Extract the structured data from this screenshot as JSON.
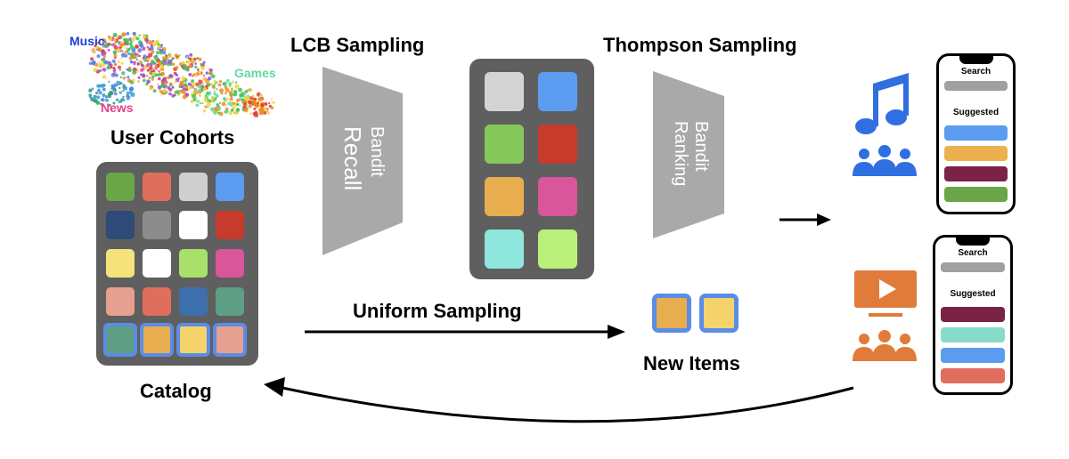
{
  "cohort_labels": {
    "music": "Music",
    "games": "Games",
    "news": "News"
  },
  "cohort_colors": {
    "music": "#1f3fd6",
    "games": "#66d9a0",
    "news": "#e8428c"
  },
  "user_cohorts_title": "User Cohorts",
  "catalog_title": "Catalog",
  "lcb_title": "LCB Sampling",
  "thompson_title": "Thompson Sampling",
  "uniform_title": "Uniform Sampling",
  "new_items_title": "New Items",
  "bandit_recall": {
    "line1": "Bandit",
    "line2": "Recall"
  },
  "bandit_ranking": {
    "line1": "Bandit",
    "line2": "Ranking"
  },
  "phone_top": {
    "search": "Search",
    "suggested": "Suggested"
  },
  "phone_bottom": {
    "search": "Search",
    "suggested": "Suggested"
  },
  "icons": {
    "music": "music-note-icon",
    "video": "video-play-icon",
    "group_blue": "user-group-icon",
    "group_orange": "user-group-icon"
  },
  "colors": {
    "panel": "#5f5f5f",
    "funnel": "#a9a9a9",
    "highlight_border": "#5b8de6",
    "music_icon": "#2f6fe0",
    "video_icon": "#e07b39",
    "search_bar": "#a0a0a0"
  }
}
